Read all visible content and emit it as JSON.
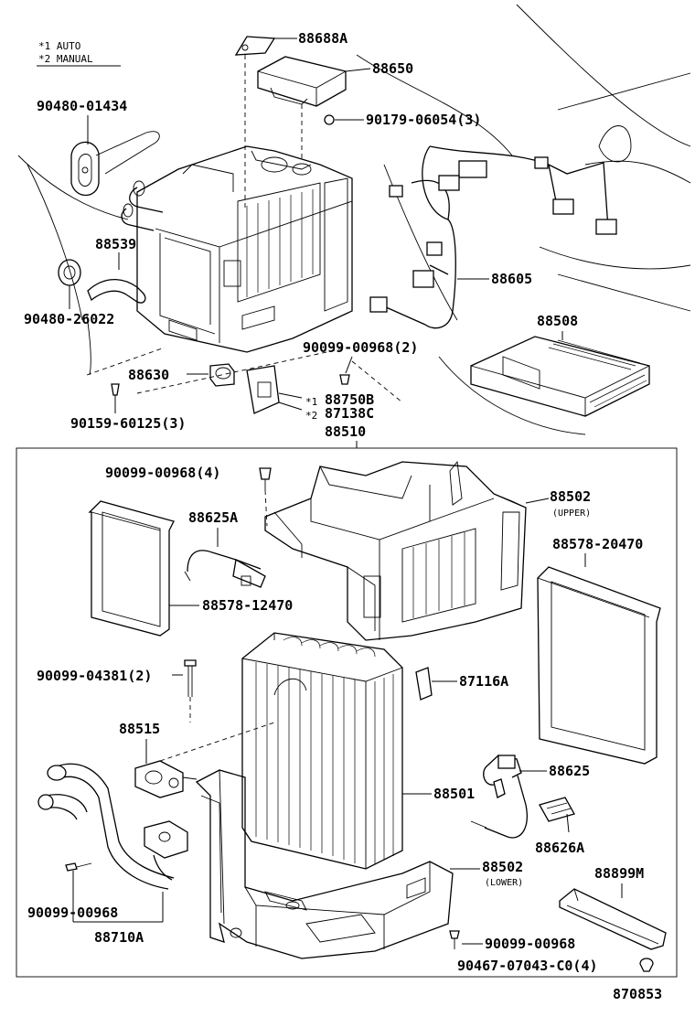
{
  "legend": {
    "note1": "*1 AUTO",
    "note2": "*2 MANUAL"
  },
  "parts": {
    "p88688A": "88688A",
    "p88650": "88650",
    "p90179": "90179-06054(3)",
    "p9048001434": "90480-01434",
    "p88539": "88539",
    "p9048026022": "90480-26022",
    "p88605": "88605",
    "p88508": "88508",
    "p90099_2": "90099-00968(2)",
    "p88630": "88630",
    "p88750B": "88750B",
    "p87138C": "87138C",
    "p90159": "90159-60125(3)",
    "p88510": "88510",
    "p90099_4": "90099-00968(4)",
    "p88625A": "88625A",
    "p88502u": "88502",
    "upper": "(UPPER)",
    "p8857820470": "88578-20470",
    "p8857812470": "88578-12470",
    "p90099_04381": "90099-04381(2)",
    "p87116A": "87116A",
    "p88515": "88515",
    "p88625": "88625",
    "p88501": "88501",
    "p88626A": "88626A",
    "p88502l": "88502",
    "lower": "(LOWER)",
    "p88899M": "88899M",
    "p90099_a": "90099-00968",
    "p88710A": "88710A",
    "p90099_b": "90099-00968",
    "p90467": "90467-07043-C0(4)",
    "ref": "870853"
  },
  "markers": {
    "m1": "*1",
    "m2": "*2"
  }
}
